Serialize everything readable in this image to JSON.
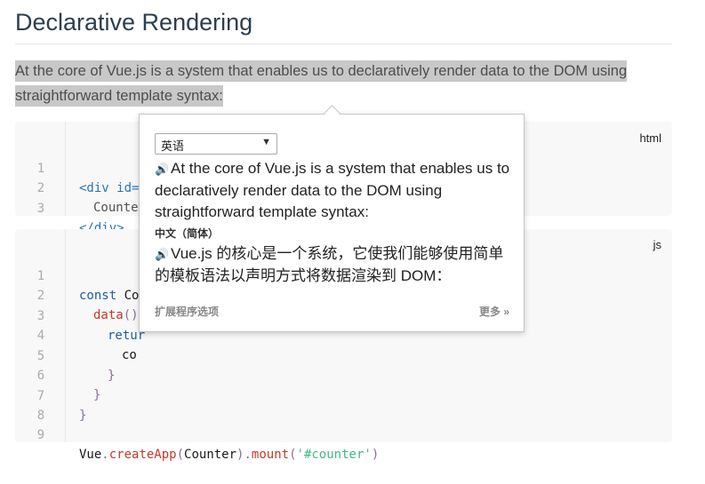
{
  "header": {
    "title": "Declarative Rendering"
  },
  "intro": {
    "text_line1": "At the core of Vue.js is a system that enables us to declaratively render data to the DOM using",
    "text_line2": "straightforward template syntax:"
  },
  "code_html": {
    "lang": "html",
    "lines": [
      {
        "num": "1",
        "tag_open": "<div",
        "attr": " id=",
        "rest": ""
      },
      {
        "num": "2",
        "text": "Counter"
      },
      {
        "num": "3",
        "tag_close": "</div>"
      }
    ]
  },
  "code_js": {
    "lang": "js",
    "lines": [
      {
        "num": "1",
        "kw": "const",
        "rest": " Co"
      },
      {
        "num": "2",
        "fn": "data",
        "punc": "()"
      },
      {
        "num": "3",
        "kw": "retur"
      },
      {
        "num": "4",
        "prop": "co"
      },
      {
        "num": "5",
        "punc": "}"
      },
      {
        "num": "6",
        "punc": "}"
      },
      {
        "num": "7",
        "punc": "}"
      },
      {
        "num": "8"
      },
      {
        "num": "9",
        "obj": "Vue",
        "dot1": ".",
        "fn1": "createApp",
        "p1": "(",
        "arg1": "Counter",
        "p2": ")",
        "dot2": ".",
        "fn2": "mount",
        "p3": "(",
        "str": "'#counter'",
        "p4": ")"
      }
    ]
  },
  "popup": {
    "language_selected": "英语",
    "speaker_icon": "speaker-icon",
    "source_text": "At the core of Vue.js is a system that enables us to declaratively render data to the DOM using straightforward template syntax:",
    "target_label": "中文（简体）",
    "translation_text": "Vue.js 的核心是一个系统，它使我们能够使用简单的模板语法以声明方式将数据渲染到 DOM：",
    "extension_options_label": "扩展程序选项",
    "more_label": "更多 »"
  },
  "colors": {
    "title": "#2c3e50",
    "highlight": "#c8c8c8",
    "code_bg": "#f8f8f8",
    "string": "#42b983"
  }
}
